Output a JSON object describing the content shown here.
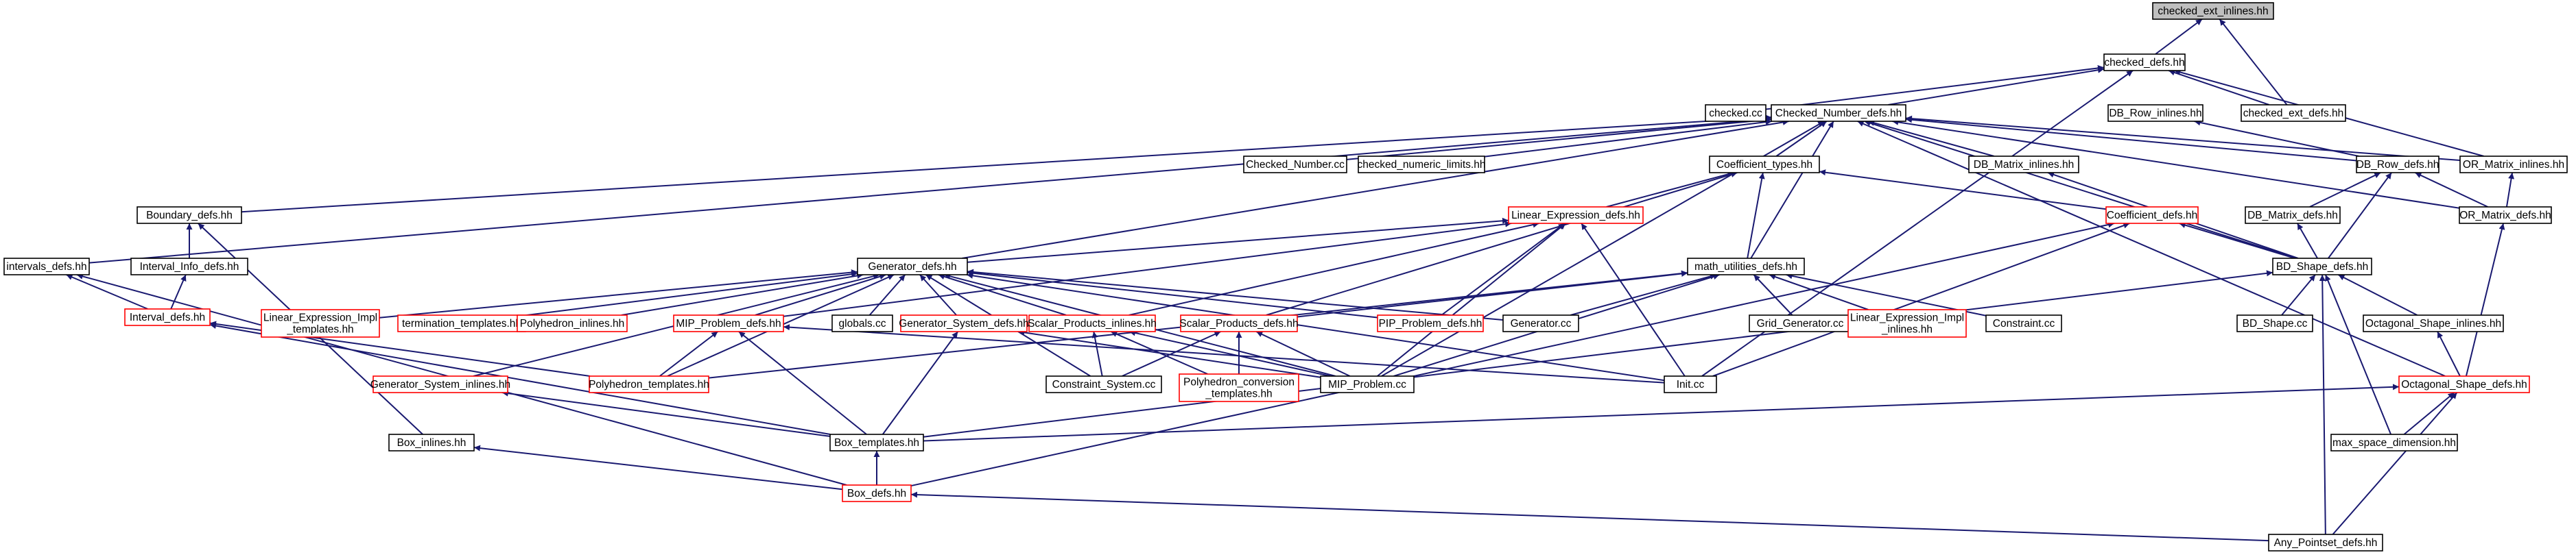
{
  "colors": {
    "edge": "#191970",
    "node_border_default": "#000000",
    "node_border_red": "#ff0000",
    "root_fill": "#bfbfbf",
    "node_fill": "#ffffff"
  },
  "nodes": [
    {
      "id": "checked_ext_inlines",
      "lines": [
        "checked_ext_inlines.hh"
      ],
      "style": "root"
    },
    {
      "id": "checked_defs",
      "lines": [
        "checked_defs.hh"
      ],
      "style": "black"
    },
    {
      "id": "checked_cc",
      "lines": [
        "checked.cc"
      ],
      "style": "black"
    },
    {
      "id": "Checked_Number_defs",
      "lines": [
        "Checked_Number_defs.hh"
      ],
      "style": "black"
    },
    {
      "id": "DB_Row_inlines",
      "lines": [
        "DB_Row_inlines.hh"
      ],
      "style": "black"
    },
    {
      "id": "checked_ext_defs",
      "lines": [
        "checked_ext_defs.hh"
      ],
      "style": "black"
    },
    {
      "id": "Checked_Number_cc",
      "lines": [
        "Checked_Number.cc"
      ],
      "style": "black"
    },
    {
      "id": "checked_numeric_limits",
      "lines": [
        "checked_numeric_limits.hh"
      ],
      "style": "black"
    },
    {
      "id": "Coefficient_types",
      "lines": [
        "Coefficient_types.hh"
      ],
      "style": "black"
    },
    {
      "id": "DB_Matrix_inlines",
      "lines": [
        "DB_Matrix_inlines.hh"
      ],
      "style": "black"
    },
    {
      "id": "DB_Row_defs",
      "lines": [
        "DB_Row_defs.hh"
      ],
      "style": "black"
    },
    {
      "id": "OR_Matrix_inlines",
      "lines": [
        "OR_Matrix_inlines.hh"
      ],
      "style": "black"
    },
    {
      "id": "Boundary_defs",
      "lines": [
        "Boundary_defs.hh"
      ],
      "style": "black"
    },
    {
      "id": "Linear_Expression_defs",
      "lines": [
        "Linear_Expression_defs.hh"
      ],
      "style": "red"
    },
    {
      "id": "Coefficient_defs",
      "lines": [
        "Coefficient_defs.hh"
      ],
      "style": "red"
    },
    {
      "id": "DB_Matrix_defs",
      "lines": [
        "DB_Matrix_defs.hh"
      ],
      "style": "black"
    },
    {
      "id": "OR_Matrix_defs",
      "lines": [
        "OR_Matrix_defs.hh"
      ],
      "style": "black"
    },
    {
      "id": "intervals_defs",
      "lines": [
        "intervals_defs.hh"
      ],
      "style": "black"
    },
    {
      "id": "Interval_Info_defs",
      "lines": [
        "Interval_Info_defs.hh"
      ],
      "style": "black"
    },
    {
      "id": "Generator_defs",
      "lines": [
        "Generator_defs.hh"
      ],
      "style": "black"
    },
    {
      "id": "math_utilities_defs",
      "lines": [
        "math_utilities_defs.hh"
      ],
      "style": "black"
    },
    {
      "id": "BD_Shape_defs",
      "lines": [
        "BD_Shape_defs.hh"
      ],
      "style": "black"
    },
    {
      "id": "Interval_defs",
      "lines": [
        "Interval_defs.hh"
      ],
      "style": "red"
    },
    {
      "id": "Linear_Expression_Impl_templates",
      "lines": [
        "Linear_Expression_Impl",
        "_templates.hh"
      ],
      "style": "red"
    },
    {
      "id": "termination_templates",
      "lines": [
        "termination_templates.hh"
      ],
      "style": "red"
    },
    {
      "id": "Polyhedron_inlines",
      "lines": [
        "Polyhedron_inlines.hh"
      ],
      "style": "red"
    },
    {
      "id": "MIP_Problem_defs",
      "lines": [
        "MIP_Problem_defs.hh"
      ],
      "style": "red"
    },
    {
      "id": "globals_cc",
      "lines": [
        "globals.cc"
      ],
      "style": "black"
    },
    {
      "id": "Generator_System_defs",
      "lines": [
        "Generator_System_defs.hh"
      ],
      "style": "red"
    },
    {
      "id": "Scalar_Products_inlines",
      "lines": [
        "Scalar_Products_inlines.hh"
      ],
      "style": "red"
    },
    {
      "id": "Scalar_Products_defs",
      "lines": [
        "Scalar_Products_defs.hh"
      ],
      "style": "red"
    },
    {
      "id": "PIP_Problem_defs",
      "lines": [
        "PIP_Problem_defs.hh"
      ],
      "style": "red"
    },
    {
      "id": "Generator_cc",
      "lines": [
        "Generator.cc"
      ],
      "style": "black"
    },
    {
      "id": "Grid_Generator_cc",
      "lines": [
        "Grid_Generator.cc"
      ],
      "style": "black"
    },
    {
      "id": "Linear_Expression_Impl_inlines",
      "lines": [
        "Linear_Expression_Impl",
        "_inlines.hh"
      ],
      "style": "red"
    },
    {
      "id": "Constraint_cc",
      "lines": [
        "Constraint.cc"
      ],
      "style": "black"
    },
    {
      "id": "BD_Shape_cc",
      "lines": [
        "BD_Shape.cc"
      ],
      "style": "black"
    },
    {
      "id": "Octagonal_Shape_inlines",
      "lines": [
        "Octagonal_Shape_inlines.hh"
      ],
      "style": "black"
    },
    {
      "id": "Generator_System_inlines",
      "lines": [
        "Generator_System_inlines.hh"
      ],
      "style": "red"
    },
    {
      "id": "Polyhedron_templates",
      "lines": [
        "Polyhedron_templates.hh"
      ],
      "style": "red"
    },
    {
      "id": "Constraint_System_cc",
      "lines": [
        "Constraint_System.cc"
      ],
      "style": "black"
    },
    {
      "id": "Polyhedron_conversion_templates",
      "lines": [
        "Polyhedron_conversion",
        "_templates.hh"
      ],
      "style": "red"
    },
    {
      "id": "MIP_Problem_cc",
      "lines": [
        "MIP_Problem.cc"
      ],
      "style": "black"
    },
    {
      "id": "Init_cc",
      "lines": [
        "Init.cc"
      ],
      "style": "black"
    },
    {
      "id": "Octagonal_Shape_defs",
      "lines": [
        "Octagonal_Shape_defs.hh"
      ],
      "style": "red"
    },
    {
      "id": "Box_inlines",
      "lines": [
        "Box_inlines.hh"
      ],
      "style": "black"
    },
    {
      "id": "Box_templates",
      "lines": [
        "Box_templates.hh"
      ],
      "style": "black"
    },
    {
      "id": "max_space_dimension",
      "lines": [
        "max_space_dimension.hh"
      ],
      "style": "black"
    },
    {
      "id": "Box_defs",
      "lines": [
        "Box_defs.hh"
      ],
      "style": "red"
    },
    {
      "id": "Any_Pointset_defs",
      "lines": [
        "Any_Pointset_defs.hh"
      ],
      "style": "black"
    }
  ],
  "edges": [
    [
      "checked_defs",
      "checked_ext_inlines"
    ],
    [
      "checked_ext_defs",
      "checked_ext_inlines"
    ],
    [
      "checked_cc",
      "checked_defs"
    ],
    [
      "Checked_Number_defs",
      "checked_defs"
    ],
    [
      "checked_ext_defs",
      "checked_defs"
    ],
    [
      "OR_Matrix_inlines",
      "checked_defs"
    ],
    [
      "Init_cc",
      "checked_defs"
    ],
    [
      "Checked_Number_cc",
      "Checked_Number_defs"
    ],
    [
      "checked_numeric_limits",
      "Checked_Number_defs"
    ],
    [
      "Coefficient_types",
      "Checked_Number_defs"
    ],
    [
      "DB_Matrix_inlines",
      "Checked_Number_defs"
    ],
    [
      "DB_Row_defs",
      "Checked_Number_defs"
    ],
    [
      "OR_Matrix_inlines",
      "Checked_Number_defs"
    ],
    [
      "OR_Matrix_defs",
      "Checked_Number_defs"
    ],
    [
      "Boundary_defs",
      "Checked_Number_defs"
    ],
    [
      "intervals_defs",
      "Checked_Number_defs"
    ],
    [
      "Generator_defs",
      "Checked_Number_defs"
    ],
    [
      "math_utilities_defs",
      "Checked_Number_defs"
    ],
    [
      "BD_Shape_defs",
      "Checked_Number_defs"
    ],
    [
      "MIP_Problem_cc",
      "Checked_Number_defs"
    ],
    [
      "Octagonal_Shape_defs",
      "Checked_Number_defs"
    ],
    [
      "DB_Row_defs",
      "DB_Row_inlines"
    ],
    [
      "Linear_Expression_defs",
      "Coefficient_types"
    ],
    [
      "Coefficient_defs",
      "Coefficient_types"
    ],
    [
      "math_utilities_defs",
      "Coefficient_types"
    ],
    [
      "Scalar_Products_defs",
      "Coefficient_types"
    ],
    [
      "BD_Shape_defs",
      "DB_Matrix_inlines"
    ],
    [
      "DB_Matrix_defs",
      "DB_Row_defs"
    ],
    [
      "BD_Shape_defs",
      "DB_Row_defs"
    ],
    [
      "OR_Matrix_defs",
      "DB_Row_defs"
    ],
    [
      "OR_Matrix_defs",
      "OR_Matrix_inlines"
    ],
    [
      "Interval_Info_defs",
      "Boundary_defs"
    ],
    [
      "Box_inlines",
      "Boundary_defs"
    ],
    [
      "Generator_defs",
      "Linear_Expression_defs"
    ],
    [
      "Scalar_Products_inlines",
      "Linear_Expression_defs"
    ],
    [
      "PIP_Problem_defs",
      "Linear_Expression_defs"
    ],
    [
      "MIP_Problem_defs",
      "Linear_Expression_defs"
    ],
    [
      "MIP_Problem_cc",
      "Linear_Expression_defs"
    ],
    [
      "Init_cc",
      "Linear_Expression_defs"
    ],
    [
      "BD_Shape_defs",
      "Coefficient_defs"
    ],
    [
      "Box_defs",
      "Coefficient_defs"
    ],
    [
      "Init_cc",
      "Coefficient_defs"
    ],
    [
      "BD_Shape_defs",
      "DB_Matrix_defs"
    ],
    [
      "Octagonal_Shape_defs",
      "OR_Matrix_defs"
    ],
    [
      "Interval_defs",
      "intervals_defs"
    ],
    [
      "Box_defs",
      "intervals_defs"
    ],
    [
      "Interval_defs",
      "Interval_Info_defs"
    ],
    [
      "Linear_Expression_Impl_templates",
      "Generator_defs"
    ],
    [
      "termination_templates",
      "Generator_defs"
    ],
    [
      "Polyhedron_inlines",
      "Generator_defs"
    ],
    [
      "MIP_Problem_defs",
      "Generator_defs"
    ],
    [
      "globals_cc",
      "Generator_defs"
    ],
    [
      "Generator_System_defs",
      "Generator_defs"
    ],
    [
      "Scalar_Products_inlines",
      "Generator_defs"
    ],
    [
      "PIP_Problem_defs",
      "Generator_defs"
    ],
    [
      "Generator_cc",
      "Generator_defs"
    ],
    [
      "Generator_System_inlines",
      "Generator_defs"
    ],
    [
      "Polyhedron_templates",
      "Generator_defs"
    ],
    [
      "Constraint_System_cc",
      "Generator_defs"
    ],
    [
      "MIP_Problem_cc",
      "Generator_defs"
    ],
    [
      "Init_cc",
      "Generator_defs"
    ],
    [
      "Generator_cc",
      "math_utilities_defs"
    ],
    [
      "Grid_Generator_cc",
      "math_utilities_defs"
    ],
    [
      "Linear_Expression_Impl_inlines",
      "math_utilities_defs"
    ],
    [
      "Constraint_cc",
      "math_utilities_defs"
    ],
    [
      "MIP_Problem_cc",
      "math_utilities_defs"
    ],
    [
      "Polyhedron_templates",
      "math_utilities_defs"
    ],
    [
      "Scalar_Products_defs",
      "math_utilities_defs"
    ],
    [
      "BD_Shape_cc",
      "BD_Shape_defs"
    ],
    [
      "Octagonal_Shape_inlines",
      "BD_Shape_defs"
    ],
    [
      "max_space_dimension",
      "BD_Shape_defs"
    ],
    [
      "Any_Pointset_defs",
      "BD_Shape_defs"
    ],
    [
      "Box_templates",
      "BD_Shape_defs"
    ],
    [
      "Box_templates",
      "Interval_defs"
    ],
    [
      "Polyhedron_templates",
      "Interval_defs"
    ],
    [
      "Box_templates",
      "MIP_Problem_defs"
    ],
    [
      "Polyhedron_templates",
      "MIP_Problem_defs"
    ],
    [
      "Init_cc",
      "MIP_Problem_defs"
    ],
    [
      "Box_templates",
      "Generator_System_defs"
    ],
    [
      "MIP_Problem_cc",
      "Generator_System_defs"
    ],
    [
      "Constraint_System_cc",
      "Scalar_Products_inlines"
    ],
    [
      "Polyhedron_conversion_templates",
      "Scalar_Products_inlines"
    ],
    [
      "MIP_Problem_cc",
      "Scalar_Products_inlines"
    ],
    [
      "Constraint_System_cc",
      "Scalar_Products_defs"
    ],
    [
      "Polyhedron_conversion_templates",
      "Scalar_Products_defs"
    ],
    [
      "MIP_Problem_cc",
      "Scalar_Products_defs"
    ],
    [
      "Octagonal_Shape_defs",
      "Octagonal_Shape_inlines"
    ],
    [
      "Box_templates",
      "Generator_System_inlines"
    ],
    [
      "Box_templates",
      "Octagonal_Shape_defs"
    ],
    [
      "max_space_dimension",
      "Octagonal_Shape_defs"
    ],
    [
      "Any_Pointset_defs",
      "Octagonal_Shape_defs"
    ],
    [
      "Box_defs",
      "Box_inlines"
    ],
    [
      "Box_defs",
      "Box_templates"
    ],
    [
      "Any_Pointset_defs",
      "Box_defs"
    ]
  ]
}
